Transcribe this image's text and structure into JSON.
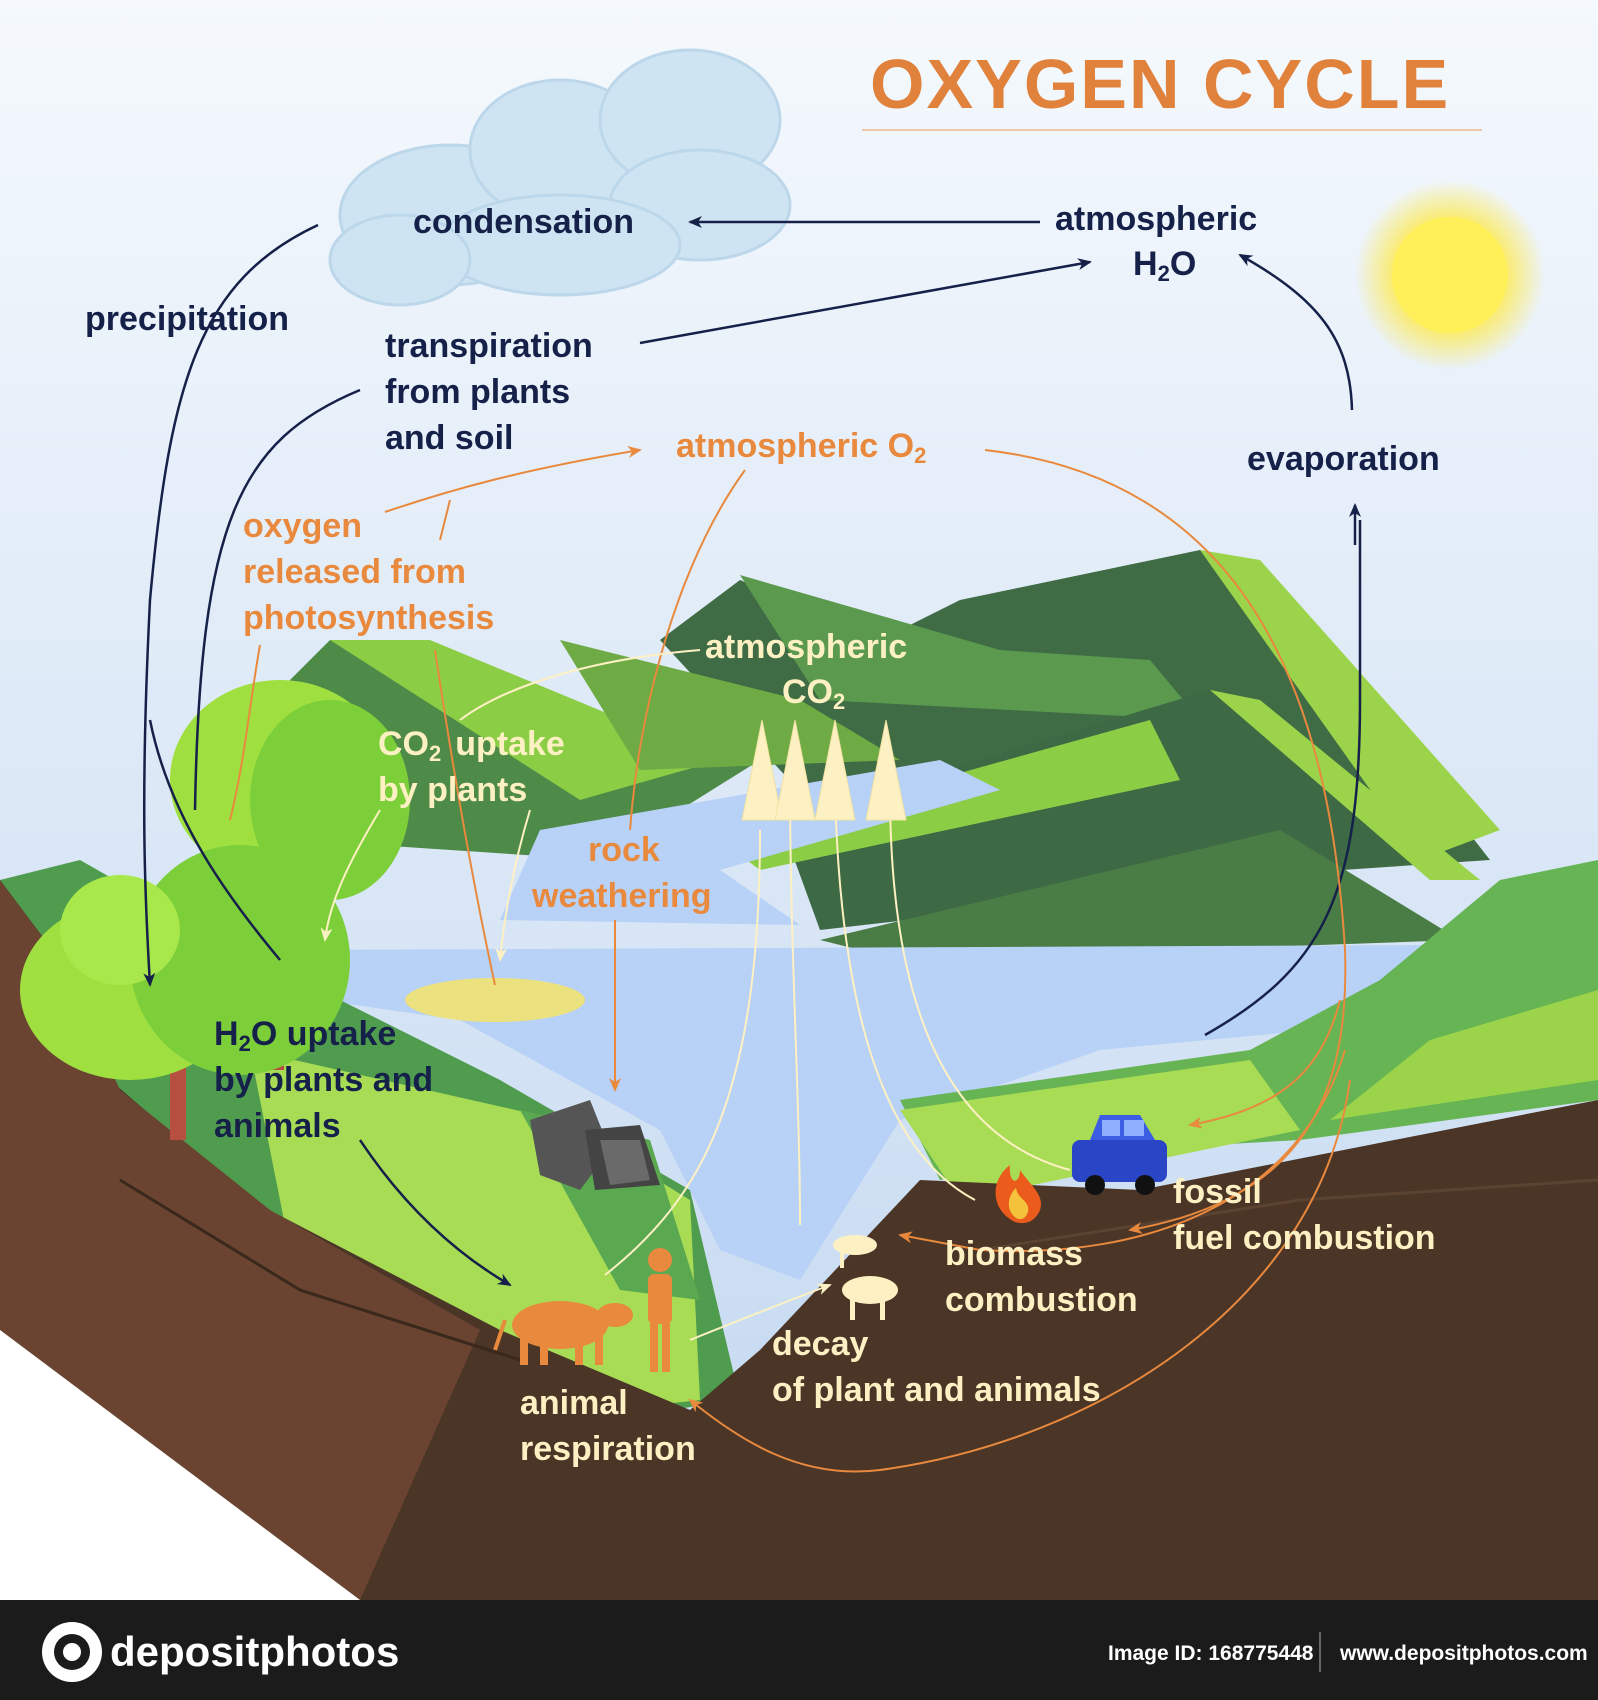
{
  "title": "OXYGEN CYCLE",
  "labels": {
    "condensation": "condensation",
    "atmospheric_h2o_line1": "atmospheric",
    "atmospheric_h2o_formula": "H",
    "atmospheric_h2o_sub": "2",
    "atmospheric_h2o_tail": "O",
    "precipitation": "precipitation",
    "transpiration_line1": "transpiration",
    "transpiration_line2": "from plants",
    "transpiration_line3": "and soil",
    "atmospheric_o2": "atmospheric O",
    "atmospheric_o2_sub": "2",
    "evaporation": "evaporation",
    "oxygen_line1": "oxygen",
    "oxygen_line2": "released from",
    "oxygen_line3": "photosynthesis",
    "atm_co2_line1": "atmospheric",
    "atm_co2_line2": "CO",
    "atm_co2_sub": "2",
    "co2_uptake_a": "CO",
    "co2_uptake_sub": "2",
    "co2_uptake_b": "uptake",
    "co2_uptake_line2": "by plants",
    "rock_line1": "rock",
    "rock_line2": "weathering",
    "h2o_uptake_a": "H",
    "h2o_uptake_sub": "2",
    "h2o_uptake_b": "O uptake",
    "h2o_uptake_line2": "by plants and",
    "h2o_uptake_line3": "animals",
    "fossil_line1": "fossil",
    "fossil_line2": "fuel combustion",
    "biomass_line1": "biomass",
    "biomass_line2": "combustion",
    "decay_line1": "decay",
    "decay_line2": "of plant and animals",
    "animal_line1": "animal",
    "animal_line2": "respiration"
  },
  "footer": {
    "brand": "depositphotos",
    "image_id": "Image ID: 168775448",
    "url": "www.depositphotos.com"
  },
  "colors": {
    "sky_top": "#f4f8fc",
    "sky_bottom": "#c4d8f0",
    "title": "#e0813c",
    "dark_label": "#16214a",
    "orange_label": "#e8893e",
    "cream_label": "#fdf1c3",
    "water": "#b7d1f7",
    "soil": "#4a3526",
    "footer_bg": "#1b1b1b"
  }
}
